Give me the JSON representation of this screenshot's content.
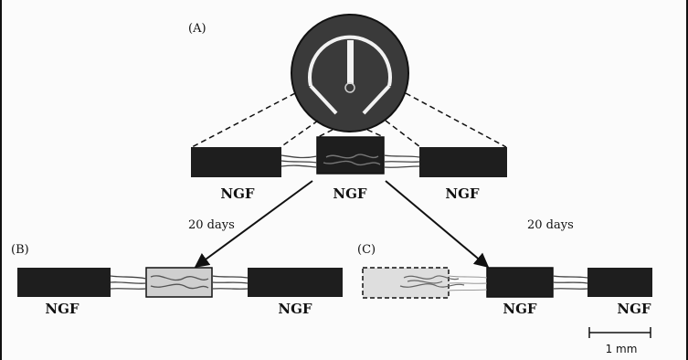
{
  "panels": {
    "a": "(A)",
    "b": "(B)",
    "c": "(C)"
  },
  "labels": {
    "ngf": "NGF",
    "time": "20 days",
    "scale": "1 mm"
  },
  "colors": {
    "dish": "#3a3a3a",
    "chamber": "#1e1e1e",
    "barrier": "#f2f2f2",
    "chamber_light": "#cfcfcf",
    "line": "#111111"
  }
}
